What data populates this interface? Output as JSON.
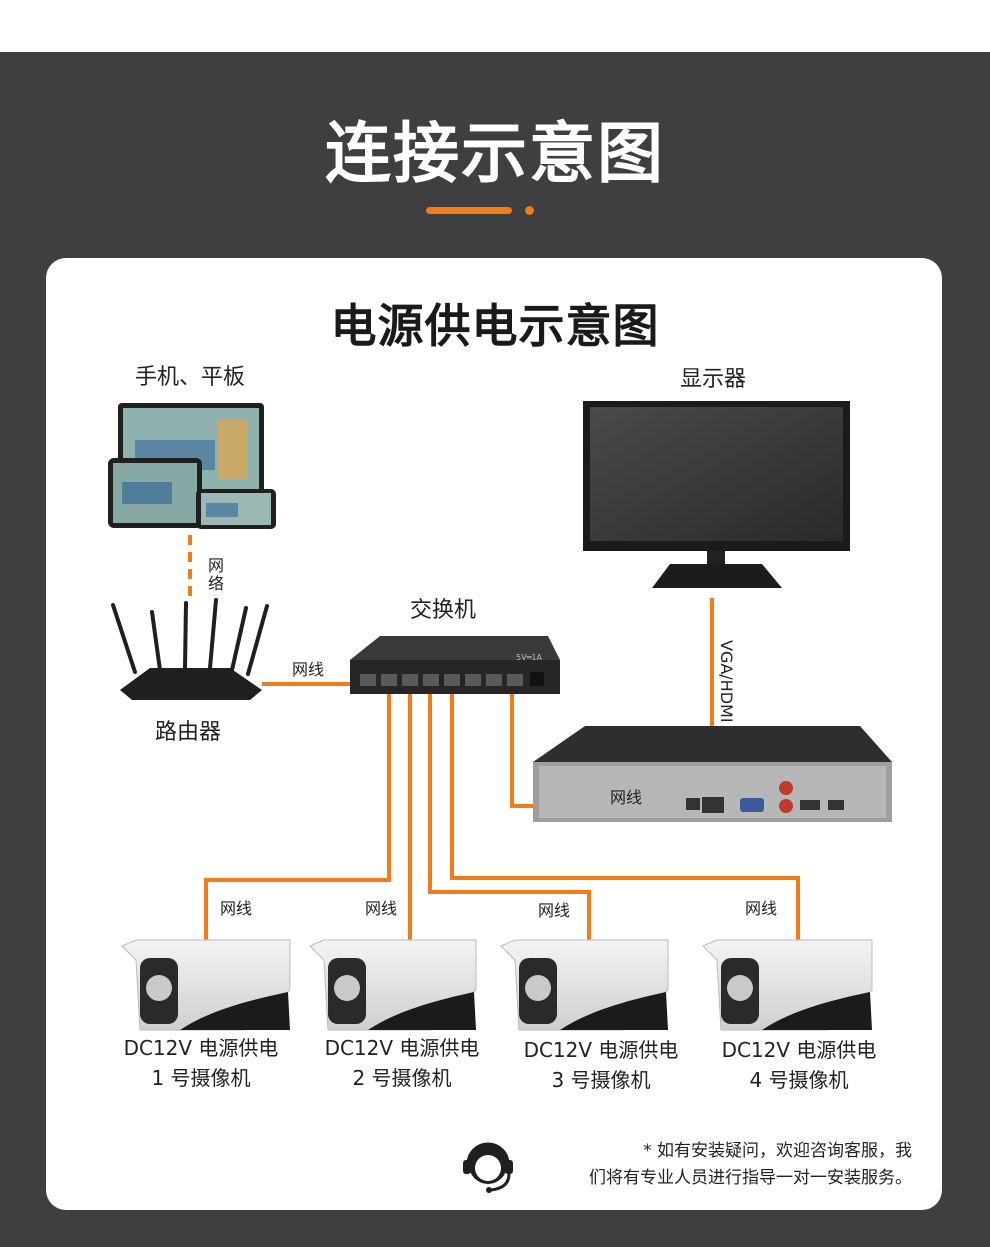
{
  "header": {
    "title": "连接示意图"
  },
  "card": {
    "title": "电源供电示意图"
  },
  "labels": {
    "devices": "手机、平板",
    "monitor": "显示器",
    "network_v1": "网",
    "network_v2": "络",
    "switch": "交换机",
    "router": "路由器",
    "cable_router": "网线",
    "cable_nvr": "网线",
    "vga": "VGA/HDMI",
    "switch_mark": "5V═1A"
  },
  "cameras": [
    {
      "cable": "网线",
      "power": "DC12V 电源供电",
      "name": "1 号摄像机"
    },
    {
      "cable": "网线",
      "power": "DC12V 电源供电",
      "name": "2 号摄像机"
    },
    {
      "cable": "网线",
      "power": "DC12V 电源供电",
      "name": "3 号摄像机"
    },
    {
      "cable": "网线",
      "power": "DC12V 电源供电",
      "name": "4 号摄像机"
    }
  ],
  "note": {
    "line1": "* 如有安装疑问，欢迎咨询客服，我",
    "line2": "们将有专业人员进行指导一对一安装服务。"
  },
  "colors": {
    "accent": "#f07c1a",
    "background": "#3f3f41",
    "card": "#ffffff"
  },
  "icons": [
    "support-headset-icon"
  ]
}
